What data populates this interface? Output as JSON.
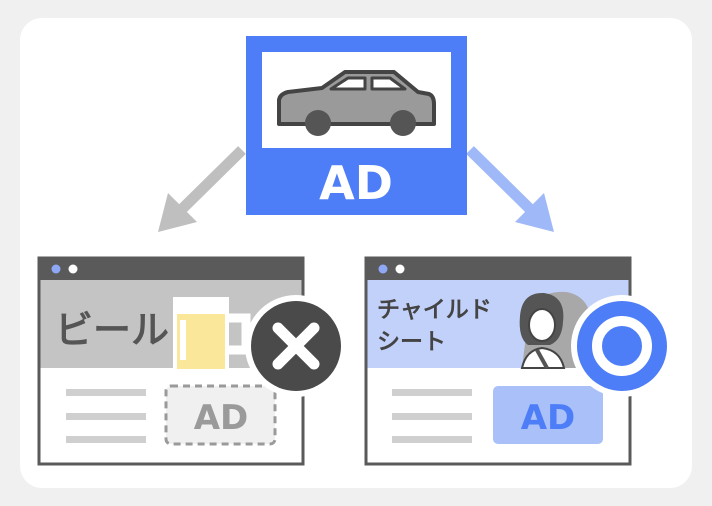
{
  "center_ad": {
    "label": "AD",
    "icon": "car-icon",
    "color": "#4d7ef7"
  },
  "left_page": {
    "banner_text": "ビール",
    "banner_icon": "beer-mug-icon",
    "ad_label": "AD",
    "verdict_icon": "cross-mark-icon",
    "verdict_color": "#4a4a4a"
  },
  "right_page": {
    "banner_text_line1": "チャイルド",
    "banner_text_line2": "シート",
    "banner_icon": "child-in-car-seat-icon",
    "ad_label": "AD",
    "verdict_icon": "circle-mark-icon",
    "verdict_color": "#4d7ef7"
  },
  "arrows": {
    "left_color": "#bfbfbf",
    "right_color": "#9fb8f7"
  }
}
